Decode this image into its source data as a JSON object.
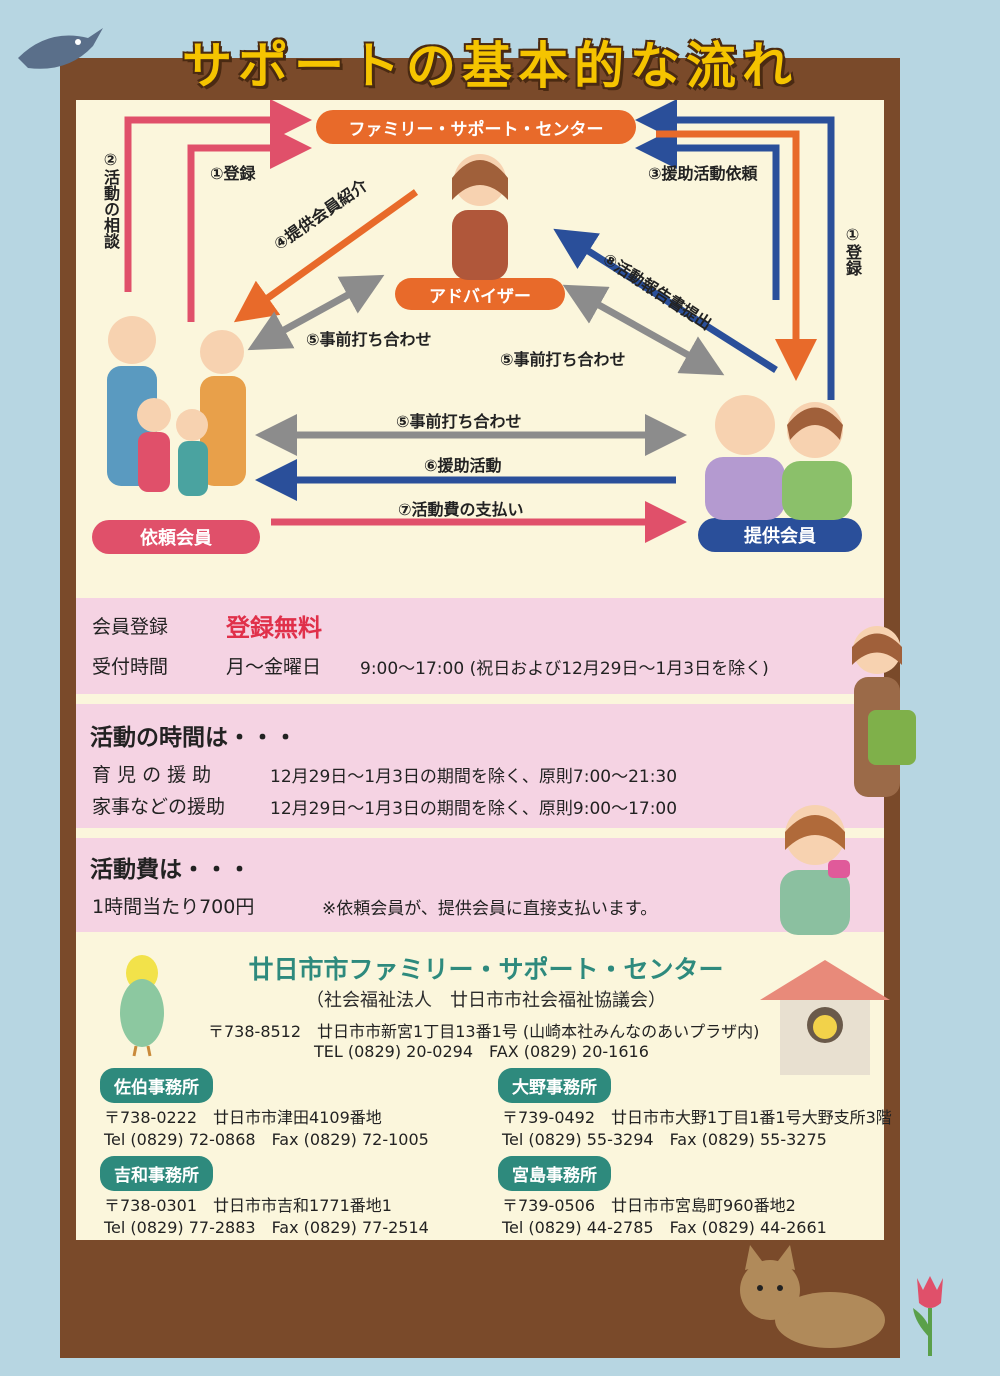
{
  "title": "サポートの基本的な流れ",
  "flow": {
    "center": "ファミリー・サポート・センター",
    "adviser": "アドバイザー",
    "requester": "依頼会員",
    "provider": "提供会員",
    "labels": {
      "consult_v": "②活動の相談",
      "register_left": "①登録",
      "request_help": "③援助活動依頼",
      "register_right_v": "①登録",
      "introduce": "④提供会員紹介",
      "report": "⑧活動報告書提出",
      "meet_left": "⑤事前打ち合わせ",
      "meet_right": "⑤事前打ち合わせ",
      "meet_center": "⑤事前打ち合わせ",
      "activity": "⑥援助活動",
      "payment": "⑦活動費の支払い"
    },
    "colors": {
      "orange": "#e86a2a",
      "blue": "#2a4f9a",
      "gray": "#8c8c8c",
      "pink": "#e0506a"
    }
  },
  "membership": {
    "reg_label": "会員登録",
    "reg_value": "登録無料",
    "hours_label": "受付時間",
    "hours_days": "月～金曜日",
    "hours_value": "9:00～17:00 (祝日および12月29日～1月3日を除く)"
  },
  "activity_hours": {
    "heading": "活動の時間は・・・",
    "rows": [
      {
        "label": "育 児 の 援 助",
        "value": "12月29日～1月3日の期間を除く、原則7:00～21:30"
      },
      {
        "label": "家事などの援助",
        "value": "12月29日～1月3日の期間を除く、原則9:00～17:00"
      }
    ]
  },
  "fee": {
    "heading": "活動費は・・・",
    "value": "1時間当たり700円",
    "note": "※依頼会員が、提供会員に直接支払います。"
  },
  "org": {
    "name": "廿日市市ファミリー・サポート・センター",
    "sub": "（社会福祉法人　廿日市市社会福祉協議会）",
    "address": "〒738-8512　廿日市市新宮1丁目13番1号 (山崎本社みんなのあいプラザ内)",
    "phone": "TEL (0829) 20-0294　FAX (0829) 20-1616"
  },
  "offices": [
    {
      "name": "佐伯事務所",
      "address": "〒738-0222　廿日市市津田4109番地",
      "phone": "Tel (0829) 72-0868　Fax (0829) 72-1005"
    },
    {
      "name": "大野事務所",
      "address": "〒739-0492　廿日市市大野1丁目1番1号大野支所3階",
      "phone": "Tel (0829) 55-3294　Fax (0829) 55-3275"
    },
    {
      "name": "吉和事務所",
      "address": "〒738-0301　廿日市市吉和1771番地1",
      "phone": "Tel (0829) 77-2883　Fax (0829) 77-2514"
    },
    {
      "name": "宮島事務所",
      "address": "〒739-0506　廿日市市宮島町960番地2",
      "phone": "Tel (0829) 44-2785　Fax (0829) 44-2661"
    }
  ]
}
